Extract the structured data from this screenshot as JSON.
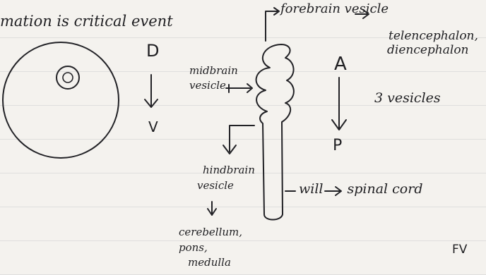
{
  "note": {
    "caption": "mation is critical event",
    "axis_d": "D",
    "axis_v": "V",
    "axis_a": "A",
    "axis_p": "P",
    "forebrain_label": "forebrain vesicle",
    "forebrain_fate_line1": "telencephalon,",
    "forebrain_fate_line2": "diencephalon",
    "midbrain_label_line1": "midbrain",
    "midbrain_label_line2": "vesicle",
    "vesicle_count": "3 vesicles",
    "hindbrain_label_line1": "hindbrain",
    "hindbrain_label_line2": "vesicle",
    "spinal_cord_label": "will",
    "spinal_cord_fate": "spinal cord",
    "hindbrain_fate_line1": "cerebellum,",
    "hindbrain_fate_line2": "pons,",
    "hindbrain_fate_line3": "medulla",
    "corner_mark": "FV"
  }
}
